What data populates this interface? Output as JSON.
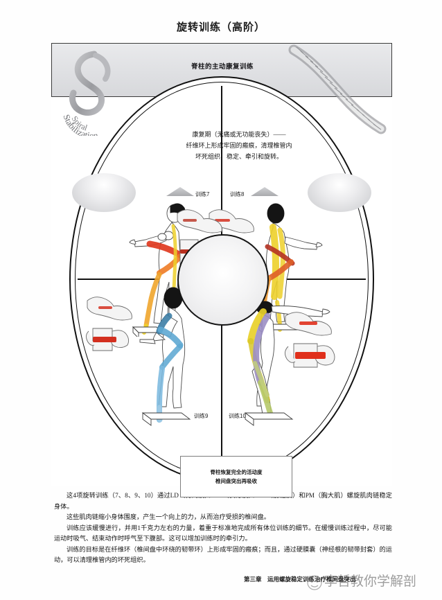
{
  "page": {
    "title": "旋转训练（高阶）"
  },
  "figure": {
    "banner_title": "脊柱的主动康复训练",
    "logo": {
      "letter": "S",
      "arc_text_outer": "Stabilization",
      "arc_text_inner": "Spiral",
      "name": "spiral-stabilization-logo"
    },
    "spine_illustration": "spine-column-illustration",
    "dome_text": [
      "康复期（无痛或无功能丧失）——",
      "纤维环上形成牢固的瘢痕，清理椎管内",
      "坏死组织、稳定、牵引和旋转。"
    ],
    "quadrants": [
      {
        "label": "训练7",
        "name": "exercise-7",
        "pose": "standing-rotation-front-view",
        "chain_colors": [
          "#e03a20",
          "#f2a23a",
          "#edd02a"
        ]
      },
      {
        "label": "训练8",
        "name": "exercise-8",
        "pose": "standing-rotation-back-view",
        "chain_colors": [
          "#edd02a",
          "#c0392b",
          "#e8822e"
        ]
      },
      {
        "label": "训练9",
        "name": "exercise-9",
        "pose": "forward-bend-side-view",
        "chain_colors": [
          "#5fa8d3",
          "#3d7ea6",
          "#9ecbe6"
        ]
      },
      {
        "label": "训练10",
        "name": "exercise-10",
        "pose": "deep-forward-bend-arms-extended",
        "chain_colors": [
          "#e8d02a",
          "#9b8ec4",
          "#b6c96a"
        ]
      }
    ],
    "note_box": [
      "脊柱恢复完全的活动度",
      "椎间盘突出再吸收"
    ]
  },
  "body_text": [
    "这4项旋转训练（7、8、9、10）通过LD（背阔肌）、TR（斜方肌）、SA（前锯肌）和PM（胸大肌）螺旋肌肉链稳定身体。",
    "这些肌肉链缩小身体围度，产生一个向上的力，从而治疗受损的椎间盘。",
    "训练应该缓慢进行，并用1千克力左右的力量，着重于标准地完成所有体位训练的细节。在缓慢训练过程中，尽可能运动时吸气、结束动作时呼气至下腹部。这可以增加训练时的牵引力。",
    "训练的目标是在纤维环（椎间盘中环绕的韧带环）上形成牢固的瘢痕；而且，通过硬膜囊（神经根的韧带封套）的运动，可以清理椎管内的坏死组织。"
  ],
  "footer": {
    "chapter": "第三章　运用螺旋稳定训练治疗椎间盘突出",
    "watermark": "李哲教你学解剖"
  },
  "colors": {
    "ink": "#141414",
    "banner_gray": "#e3e4e6",
    "red_chain": "#e03a20",
    "yellow_chain": "#edd02a",
    "blue_chain": "#5fa8d3",
    "purple_chain": "#9b8ec4",
    "green_chain": "#b6c96a"
  }
}
